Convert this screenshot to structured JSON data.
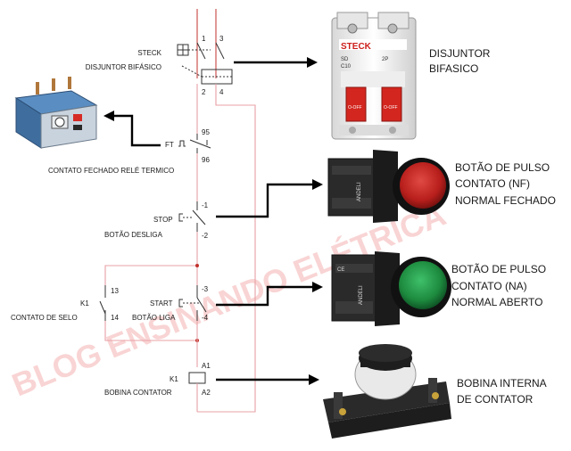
{
  "watermark": "BLOG ENSINANDO ELÉTRICA",
  "colors": {
    "wire": "#c0302c",
    "wire_light": "#e8a0a6",
    "breaker_red": "#d3261f",
    "button_red": "#b81f1c",
    "button_green": "#1d8a3e",
    "coil_dark": "#2a2a2a"
  },
  "circuit": {
    "breaker": {
      "brand_label": "STECK",
      "name_label": "DISJUNTOR BIFÁSICO",
      "terminal_top_left": "1",
      "terminal_top_right": "3",
      "terminal_bottom_left": "2",
      "terminal_bottom_right": "4"
    },
    "thermal_contact": {
      "tag": "FT",
      "terminal_top": "95",
      "terminal_bottom": "96",
      "caption": "CONTATO FECHADO RELÉ TERMICO"
    },
    "stop_button": {
      "tag": "STOP",
      "terminal_top": "-1",
      "terminal_bottom": "-2",
      "caption": "BOTÃO DESLIGA"
    },
    "seal_contact": {
      "tag": "K1",
      "terminal_top": "13",
      "terminal_bottom": "14",
      "caption": "CONTATO DE SELO"
    },
    "start_button": {
      "tag": "START",
      "terminal_top": "-3",
      "terminal_bottom": "-4",
      "caption": "BOTÃO LIGA"
    },
    "coil": {
      "tag": "K1",
      "terminal_top": "A1",
      "terminal_bottom": "A2",
      "caption": "BOBINA CONTATOR"
    }
  },
  "components": {
    "breaker": {
      "title_line1": "DISJUNTOR",
      "title_line2": "BIFASICO",
      "brand": "STECK",
      "model": "SD",
      "rating": "C10",
      "poles": "2P",
      "off_label": "O-OFF"
    },
    "nc_button": {
      "line1": "BOTÃO DE PULSO",
      "line2": "CONTATO (NF)",
      "line3": "NORMAL FECHADO",
      "brand": "ANDELI"
    },
    "no_button": {
      "line1": "BOTÃO DE PULSO",
      "line2": "CONTATO (NA)",
      "line3": "NORMAL ABERTO",
      "brand": "ANDELI",
      "ce_mark": "CE"
    },
    "coil": {
      "line1": "BOBINA INTERNA",
      "line2": "DE CONTATOR"
    }
  },
  "icons": {
    "thermal_relay": "thermal-overload-relay-icon",
    "breaker": "circuit-breaker-icon",
    "nc_button": "red-pushbutton-icon",
    "no_button": "green-pushbutton-icon",
    "coil": "contactor-coil-icon",
    "arrow": "arrow-right-icon"
  }
}
